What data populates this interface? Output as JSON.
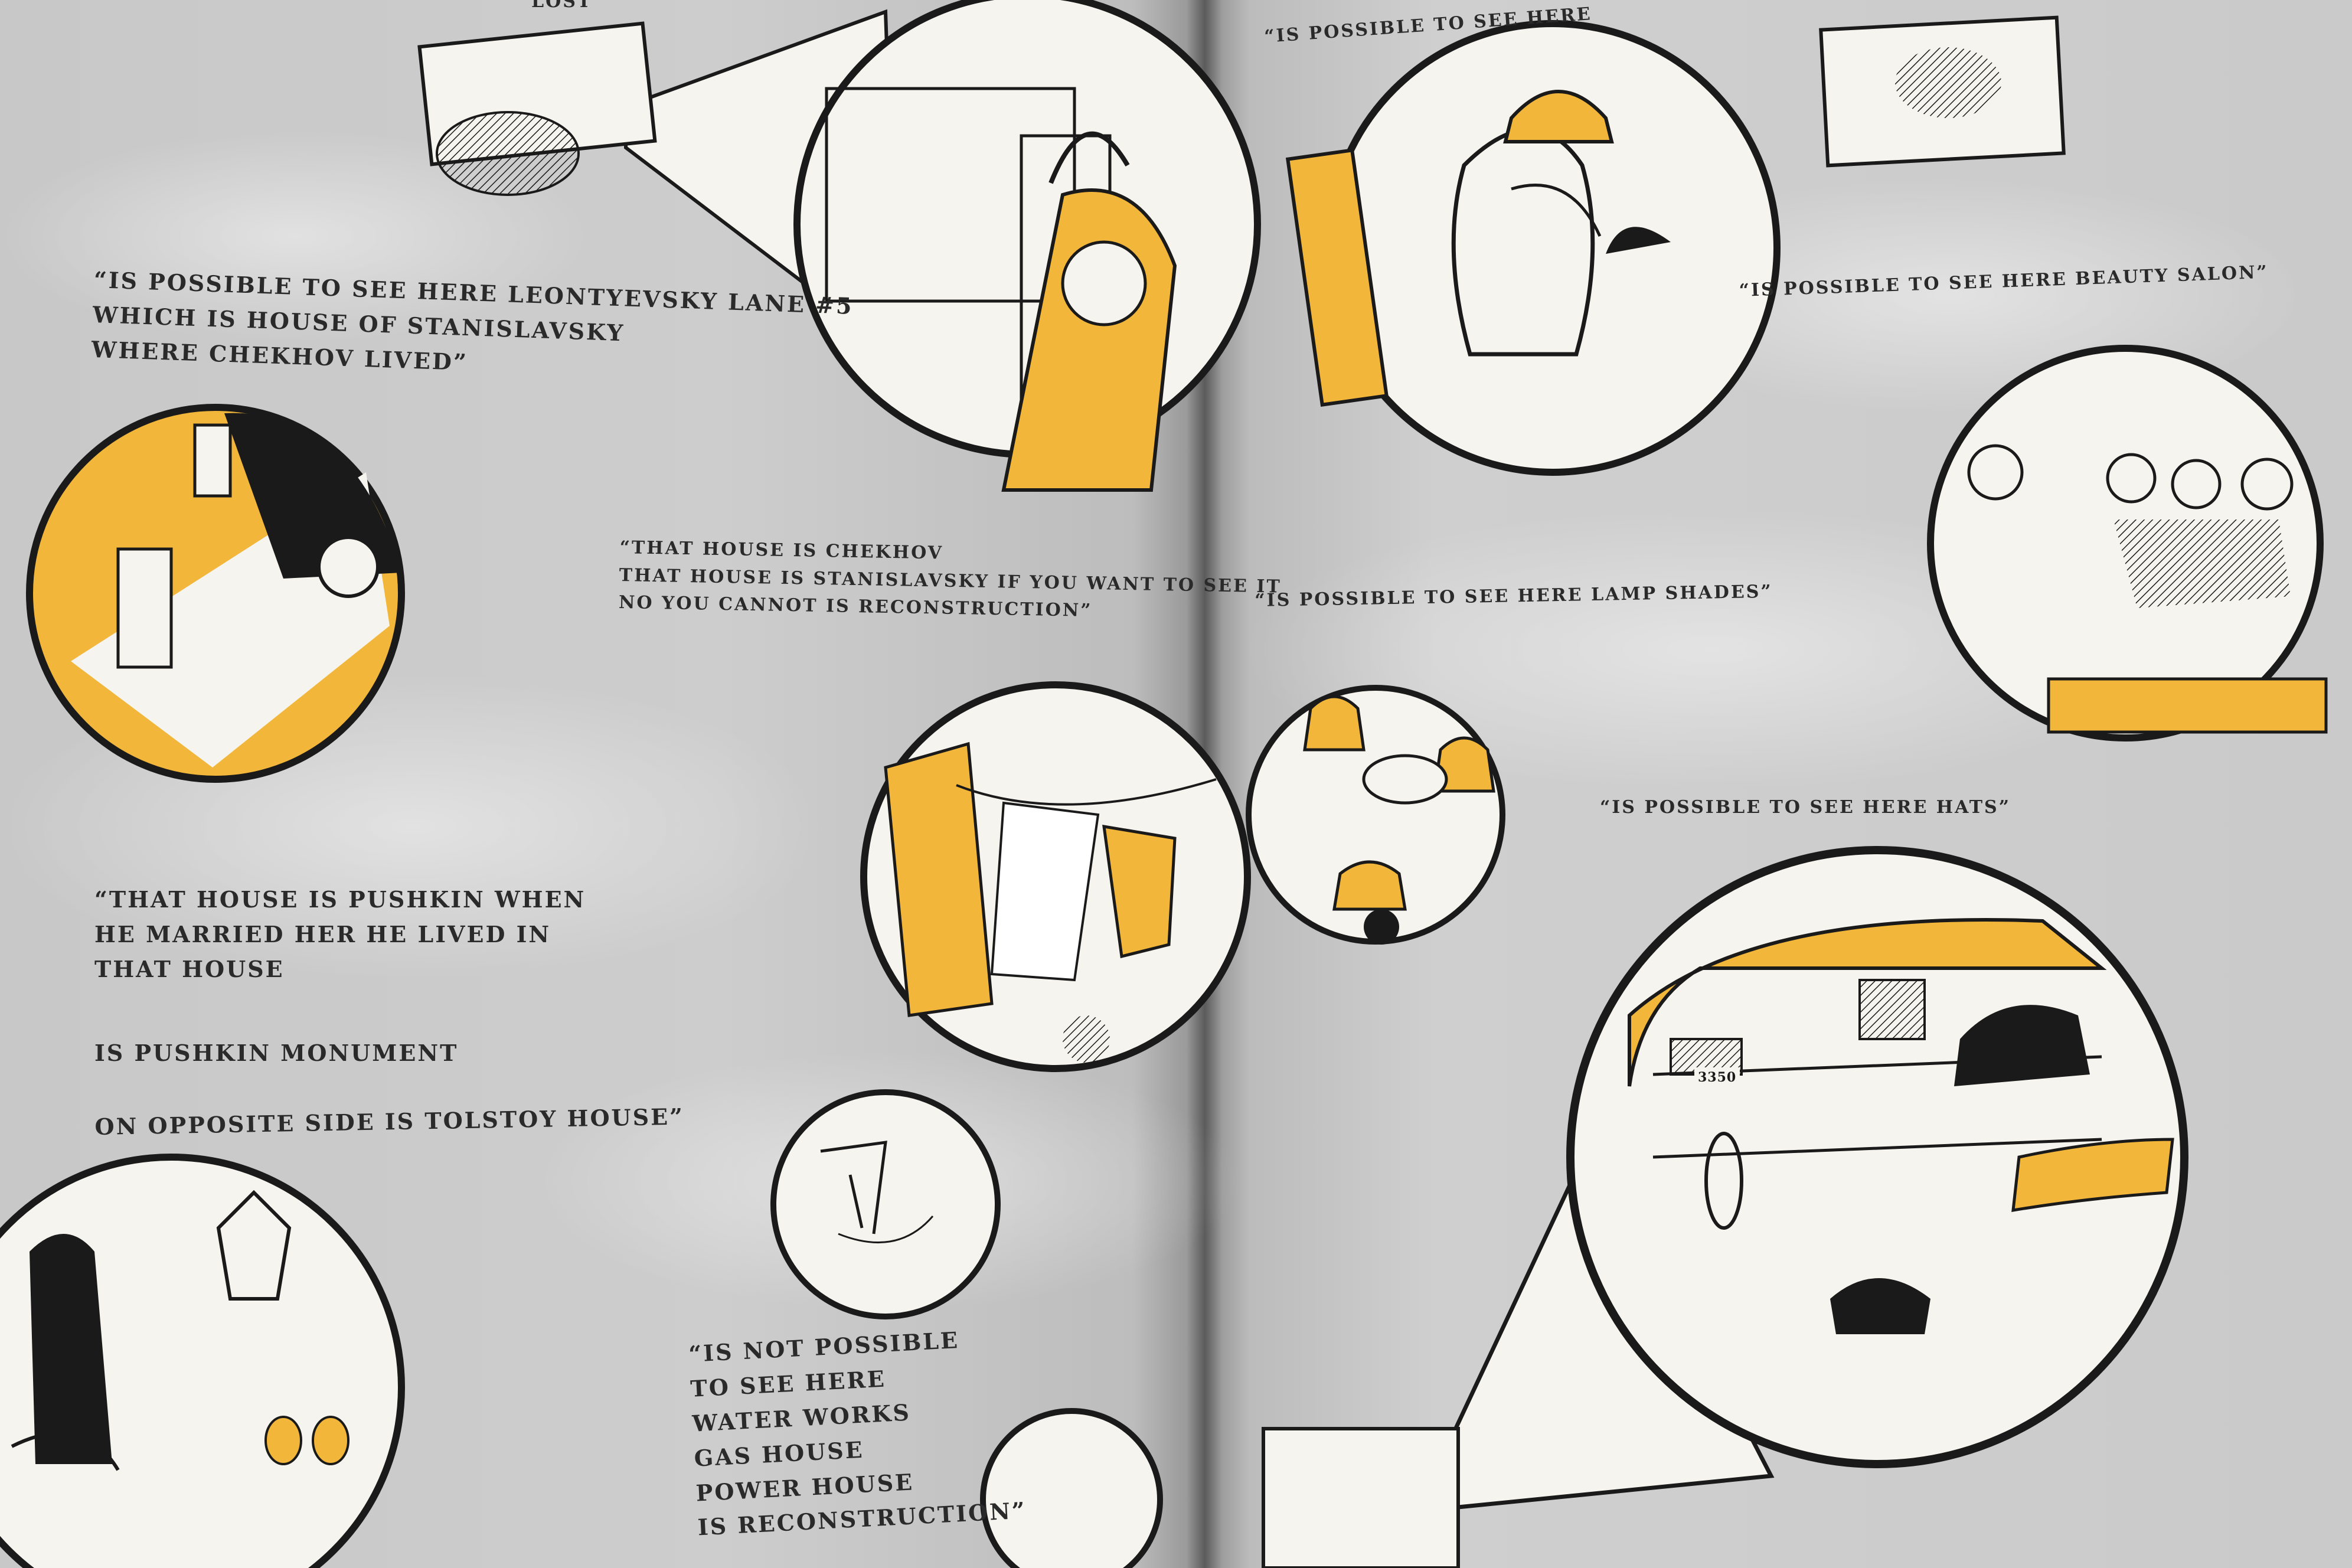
{
  "book": {
    "left_page": {
      "top_fragment": "LOST",
      "caption_leontyevsky": [
        "“IS POSSIBLE TO SEE HERE LEONTYEVSKY LANE #5",
        "WHICH IS HOUSE OF STANISLAVSKY",
        "WHERE CHEKHOV LIVED”"
      ],
      "caption_chekhov": [
        "“THAT HOUSE IS CHEKHOV",
        "THAT HOUSE IS STANISLAVSKY IF YOU WANT TO SEE IT",
        "NO YOU CANNOT IS RECONSTRUCTION”"
      ],
      "caption_pushkin": [
        "“THAT HOUSE IS PUSHKIN WHEN",
        "HE MARRIED HER HE LIVED IN",
        "THAT HOUSE"
      ],
      "caption_monument": "IS PUSHKIN MONUMENT",
      "caption_tolstoy": "ON OPPOSITE SIDE IS TOLSTOY HOUSE”",
      "caption_not_possible": [
        "“IS NOT POSSIBLE",
        "TO SEE HERE",
        "WATER WORKS",
        "GAS HOUSE",
        "POWER HOUSE",
        "IS RECONSTRUCTION”"
      ]
    },
    "right_page": {
      "caption_top": "“IS POSSIBLE TO SEE HERE",
      "caption_beauty_salon": "“IS POSSIBLE TO SEE HERE BEAUTY SALON”",
      "caption_lamp_shades": "“IS POSSIBLE TO SEE HERE LAMP SHADES”",
      "caption_hats": "“IS POSSIBLE TO SEE HERE HATS”",
      "hat_price_tag": "3350"
    }
  },
  "colors": {
    "page": "#cfcfcf",
    "ink": "#1a1a1a",
    "accent_yellow": "#f2b63a",
    "paper_white": "#f6f4ee"
  }
}
